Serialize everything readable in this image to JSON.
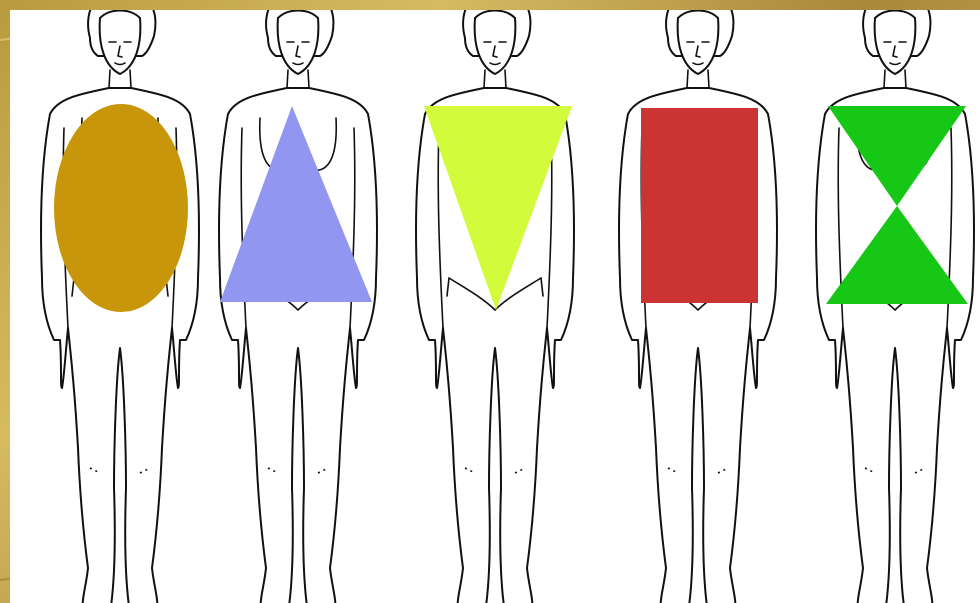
{
  "colors": {
    "slide_background": "#c2a24a",
    "panel": "#ffffff",
    "outline": "#111111"
  },
  "figures": [
    {
      "shape": "oval",
      "color": "#c8960a"
    },
    {
      "shape": "triangle",
      "color": "#9197f0"
    },
    {
      "shape": "inverted-triangle",
      "color": "#d2fb3c"
    },
    {
      "shape": "rectangle",
      "color": "#cc3333"
    },
    {
      "shape": "hourglass",
      "color": "#16c716"
    }
  ]
}
